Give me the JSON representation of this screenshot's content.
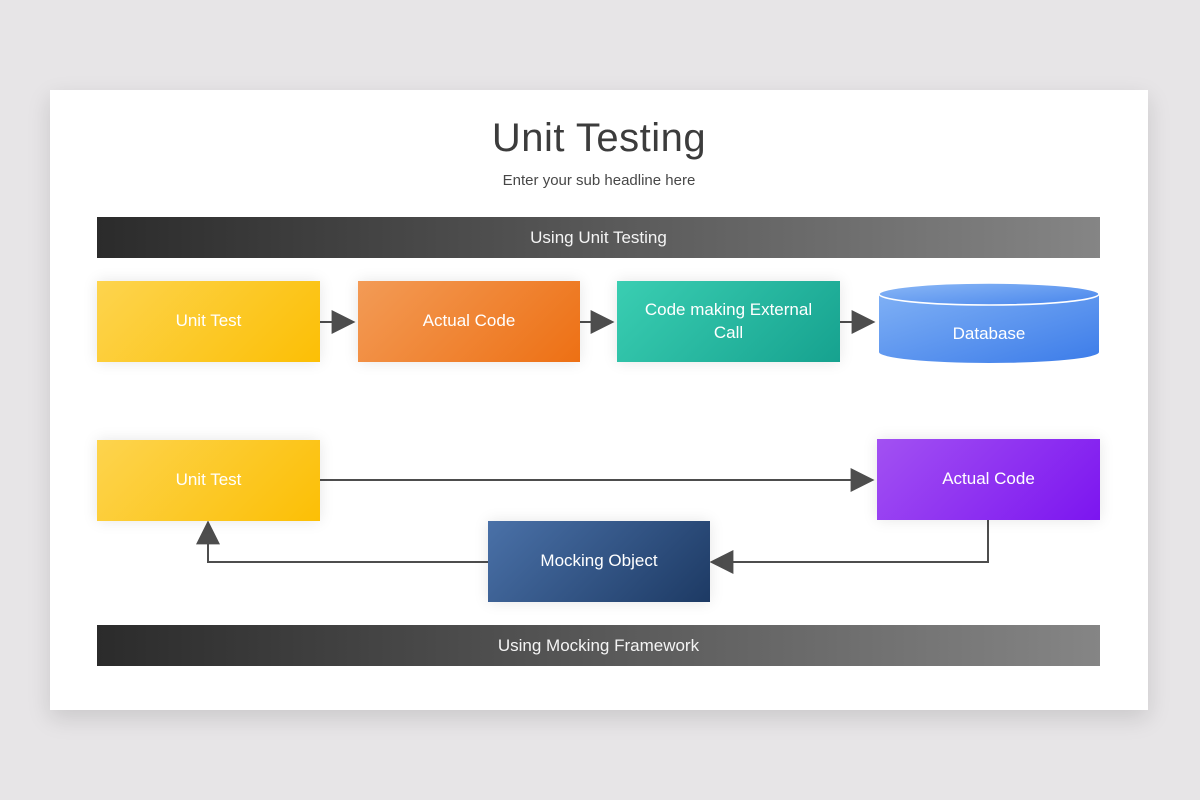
{
  "slide": {
    "title": "Unit Testing",
    "subtitle": "Enter your sub headline here"
  },
  "banners": {
    "top": {
      "label": "Using Unit Testing",
      "color_from": "#2B2B2B",
      "color_to": "#858585",
      "angle": "90deg"
    },
    "bottom": {
      "label": "Using Mocking Framework",
      "color_from": "#2B2B2B",
      "color_to": "#858585",
      "angle": "90deg"
    }
  },
  "flow_unit_testing": {
    "nodes": [
      {
        "label": "Unit Test",
        "shape": "rectangle",
        "color_from": "#FDD44E",
        "color_to": "#FCBF05"
      },
      {
        "label": "Actual Code",
        "shape": "rectangle",
        "color_from": "#F39B56",
        "color_to": "#ED7014"
      },
      {
        "label": "Code making External Call",
        "shape": "rectangle",
        "color_from": "#3ACEB2",
        "color_to": "#16A28F"
      },
      {
        "label": "Database",
        "shape": "cylinder",
        "color_from": "#7FB0F5",
        "color_to": "#3C7CE9"
      }
    ]
  },
  "flow_mocking": {
    "nodes": [
      {
        "label": "Unit Test",
        "shape": "rectangle",
        "color_from": "#FDD44E",
        "color_to": "#FCBF05"
      },
      {
        "label": "Actual Code",
        "shape": "rectangle",
        "color_from": "#A251F2",
        "color_to": "#7C15F0"
      },
      {
        "label": "Mocking Object",
        "shape": "rectangle",
        "color_from": "#4A71A8",
        "color_to": "#1D3A64"
      }
    ]
  },
  "connector_color": "#4D4D4D"
}
